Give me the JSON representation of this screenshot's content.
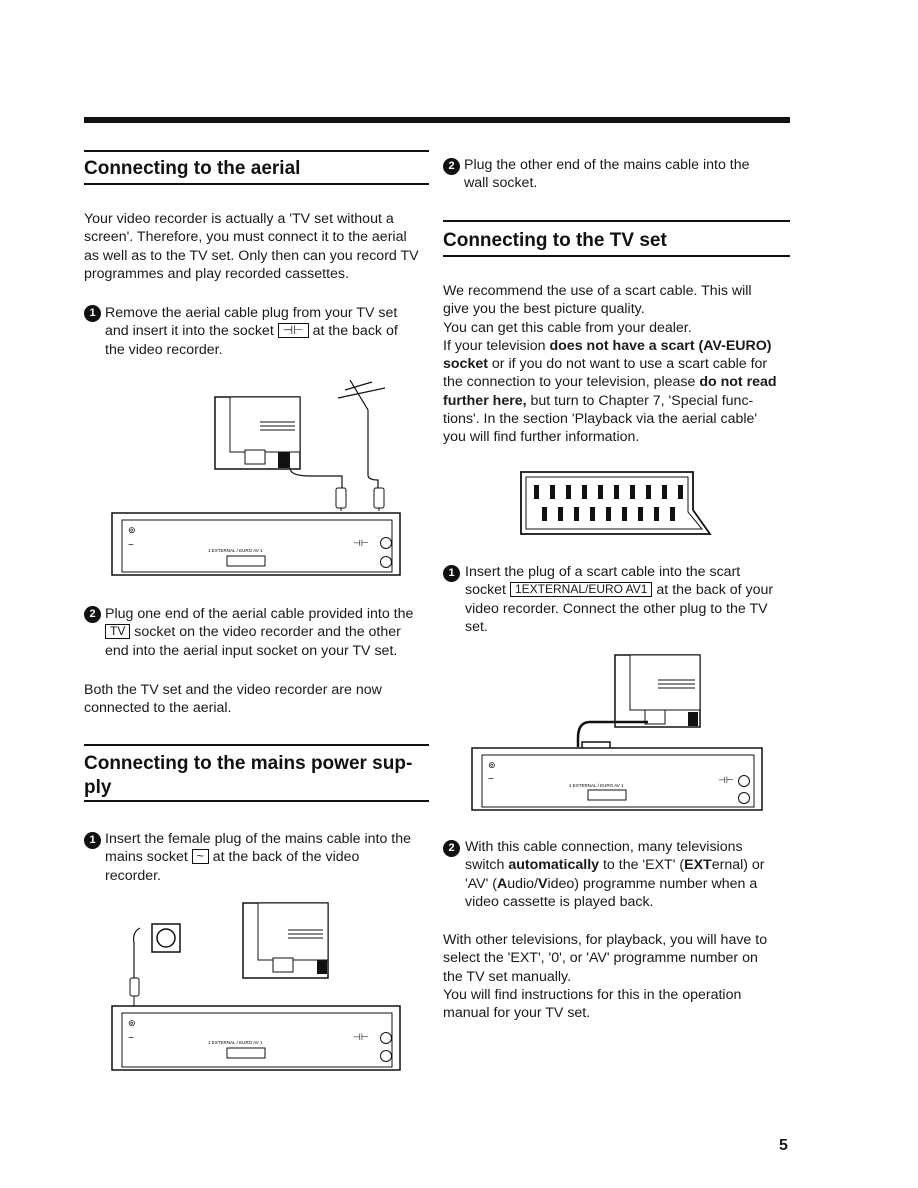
{
  "page_number": "5",
  "left": {
    "aerial": {
      "heading": "Connecting to the aerial",
      "intro": [
        "Your video recorder is actually a 'TV set without a",
        "screen'. Therefore, you must connect it to the aerial",
        "as well as to the TV set. Only then can you record TV",
        "programmes and play recorded cassettes."
      ],
      "step1": {
        "num": "1",
        "line1": "Remove the aerial cable plug from your TV set",
        "line2_pre": "and insert it into the socket",
        "line2_socket": "⊣⊢",
        "line2_post": "at the back of",
        "line3": "the video recorder."
      },
      "step2": {
        "num": "2",
        "line1": "Plug one end of the aerial cable provided into the",
        "line2_socket": "TV",
        "line2_post": "socket on the video recorder and the other",
        "line3": "end into the aerial input socket on your TV set."
      },
      "outro": [
        "Both the TV set and the video recorder are now",
        "connected to the aerial."
      ]
    },
    "mains": {
      "heading_line1": "Connecting to the mains power sup-",
      "heading_line2": "ply",
      "step1": {
        "num": "1",
        "line1": "Insert the female plug of the mains cable into the",
        "line2_pre": "mains socket",
        "line2_socket": "~",
        "line2_post": "at the back of the video",
        "line3": "recorder."
      }
    },
    "vcr_label": "1 EXTERNAL / EURO AV 1"
  },
  "right": {
    "mains_step2": {
      "num": "2",
      "line1": "Plug the other end of the mains cable into the",
      "line2": "wall socket."
    },
    "tv": {
      "heading": "Connecting to the TV set",
      "intro": [
        {
          "text": "We recommend the use of a scart cable. This will"
        },
        {
          "text": "give you the best picture quality."
        },
        {
          "text": "You can get this cable from your dealer."
        }
      ],
      "intro_rich": {
        "l1_pre": "If your television ",
        "l1_bold": "does not have a scart (AV-EURO)",
        "l2_bold": "socket",
        "l2_post": " or if you do not want to use a scart cable for",
        "l3_pre": "the connection to your television, please ",
        "l3_bold": "do not read",
        "l4_bold": "further here,",
        "l4_post": " but turn to Chapter 7, 'Special func-",
        "l5": "tions'. In the section 'Playback via the aerial cable'",
        "l6": "you will find further information."
      },
      "step1": {
        "num": "1",
        "line1": "Insert the plug of a scart cable into the scart",
        "line2_pre": "socket",
        "line2_socket": "1EXTERNAL/EURO AV1",
        "line2_post": "at the back of your",
        "line3": "video recorder. Connect the other plug to the TV",
        "line4": "set."
      },
      "step2": {
        "num": "2",
        "line1": "With this cable connection, many televisions",
        "line2_pre": "switch ",
        "line2_bold": "automatically",
        "line2_post": " to the 'EXT' (",
        "line2_bold2": "EXT",
        "line2_post2": "ernal) or",
        "line3_pre": "'AV' (",
        "line3_bold": "A",
        "line3_mid": "udio/",
        "line3_bold2": "V",
        "line3_post": "ideo) programme number when a",
        "line4": "video cassette is played back."
      },
      "outro": [
        "With other televisions, for playback, you will have to",
        "select the 'EXT', '0', or 'AV' programme number on",
        "the TV set manually.",
        "You will find instructions for this in the operation",
        "manual for your TV set."
      ]
    }
  }
}
